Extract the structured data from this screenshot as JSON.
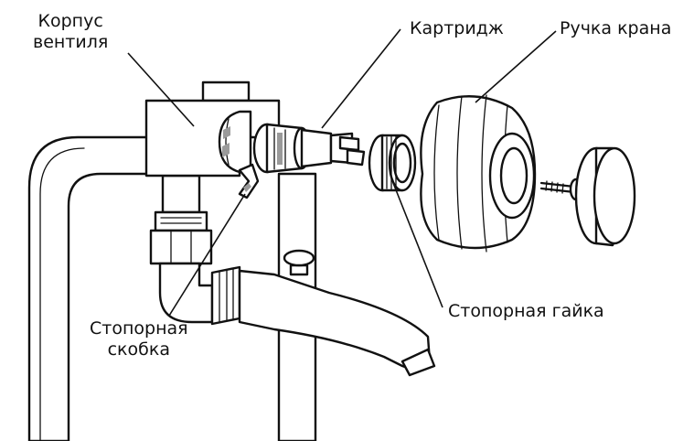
{
  "labels": {
    "body_line1": "Корпус",
    "body_line2": "вентиля",
    "cartridge": "Картридж",
    "handle": "Ручка крана",
    "clip_line1": "Стопорная",
    "clip_line2": "скобка",
    "nut": "Стопорная гайка"
  },
  "colors": {
    "line": "#111111",
    "background": "#ffffff",
    "shade": "#9a9a9a"
  }
}
